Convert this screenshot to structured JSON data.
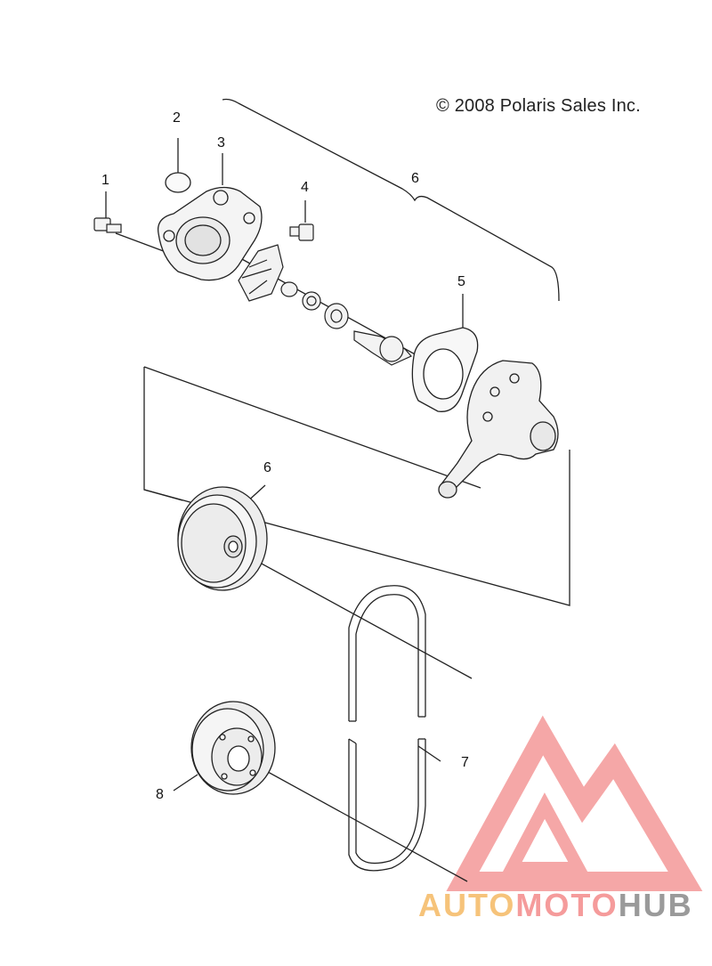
{
  "copyright": "© 2008 Polaris Sales Inc.",
  "callouts": [
    "1",
    "2",
    "3",
    "4",
    "5",
    "6",
    "6",
    "7",
    "8"
  ],
  "watermark": {
    "part1": "AUTO",
    "part2": "MOTO",
    "part3": "HUB"
  },
  "colors": {
    "line": "#222222",
    "watermark_red": "#f28a8a",
    "watermark_orange": "#f6c37a",
    "watermark_gray": "#9a9a9a"
  }
}
